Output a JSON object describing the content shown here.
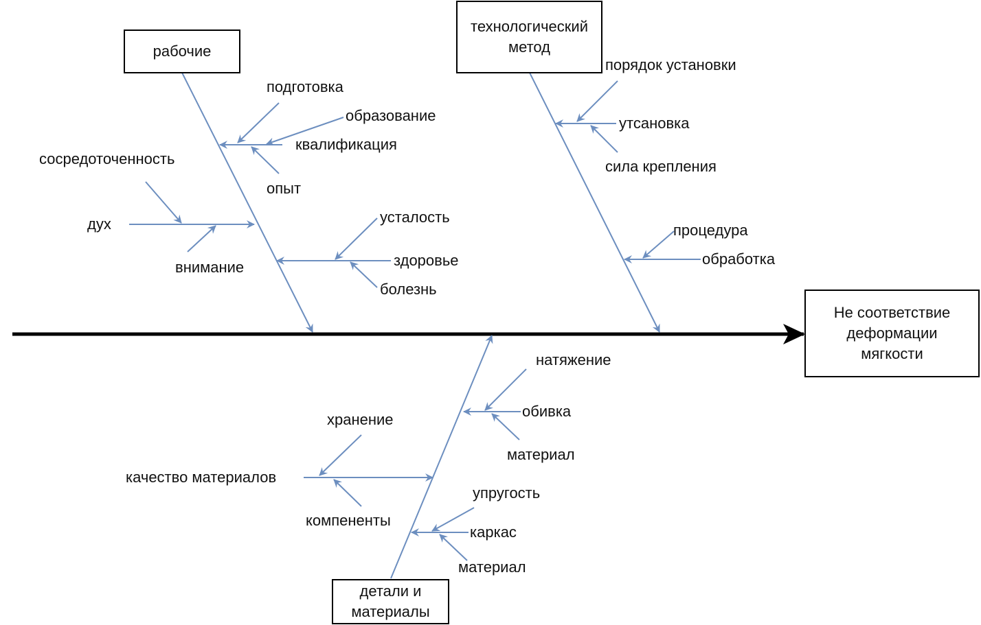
{
  "effect": "Не соответствие\nдеформации\nмягкости",
  "categories": {
    "workers": "рабочие",
    "method": "технологический\nметод",
    "materials": "детали и\nматериалы"
  },
  "causes": {
    "preparation": "подготовка",
    "education": "образование",
    "qualification": "квалификация",
    "experience": "опыт",
    "concentration": "сосредоточенность",
    "spirit": "дух",
    "attention": "внимание",
    "fatigue": "усталость",
    "health": "здоровье",
    "illness": "болезнь",
    "install_order": "порядок установки",
    "installation": "утсановка",
    "fastening_force": "сила крепления",
    "procedure": "процедура",
    "processing": "обработка",
    "tension": "натяжение",
    "upholstery": "обивка",
    "upholstery_material": "материал",
    "storage": "хранение",
    "material_quality": "качество материалов",
    "components": "компененты",
    "elasticity": "упругость",
    "frame": "каркас",
    "frame_material": "материал"
  },
  "colors": {
    "spine": "#000000",
    "bone": "#6c8ebf",
    "text": "#111111"
  }
}
